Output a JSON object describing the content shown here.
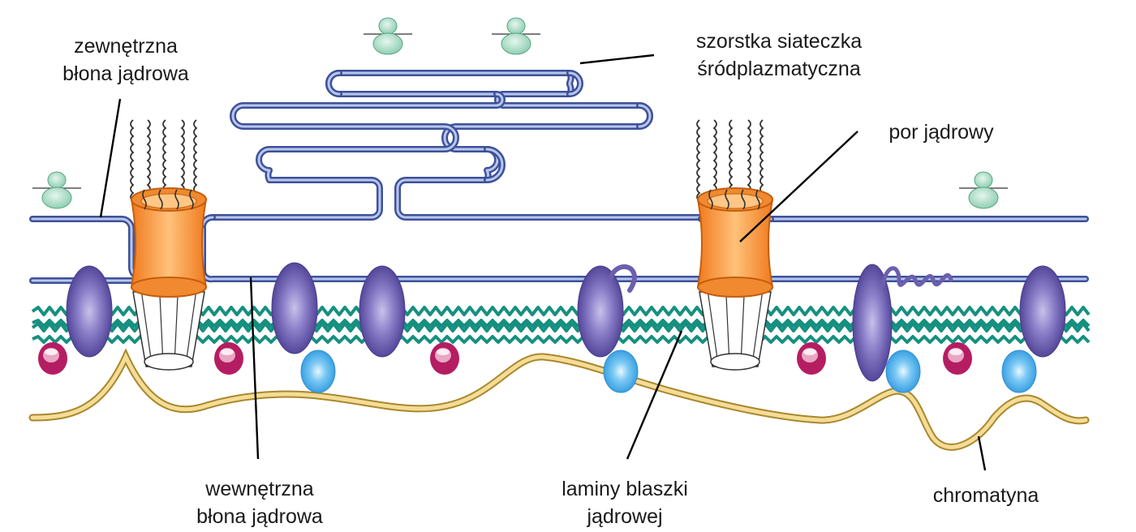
{
  "labels": {
    "outer_membrane": [
      "zewnętrzna",
      "błona jądrowa"
    ],
    "rough_er": [
      "szorstka siateczka",
      "śródplazmatyczna"
    ],
    "nuclear_pore": [
      "por jądrowy"
    ],
    "inner_membrane": [
      "wewnętrzna",
      "błona jądrowa"
    ],
    "lamina": [
      "laminy blaszki",
      "jądrowej"
    ],
    "chromatin": [
      "chromatyna"
    ]
  },
  "colors": {
    "membrane": "#3d5199",
    "membrane_light": "#b9c6ec",
    "pore": "#f0892f",
    "pore_light": "#ffc685",
    "inner_protein": "#6c5fae",
    "lamin": "#16907f",
    "chromatin": "#e3c36a",
    "ribosome": "#a9dcc4",
    "chromatin_protein": "#5fb8ee",
    "lamin_receptor": "#b51d62"
  }
}
